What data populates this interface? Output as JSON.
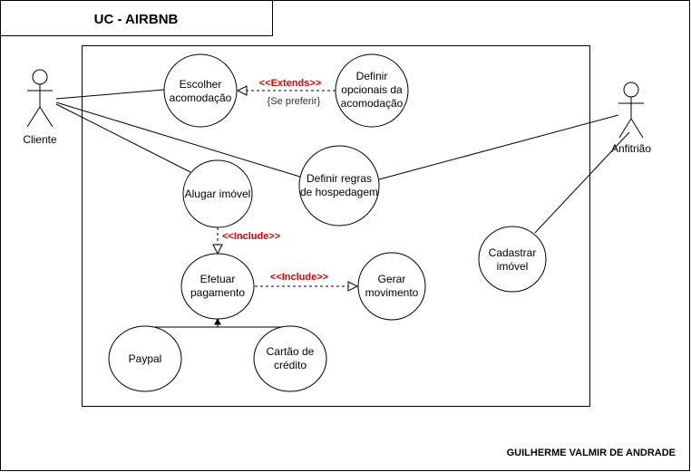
{
  "title": "UC - AIRBNB",
  "author": "GUILHERME VALMIR DE ANDRADE",
  "actors": {
    "cliente": "Cliente",
    "anfitriao": "Anfitrião"
  },
  "use_cases": {
    "escolher": [
      "Escolher",
      "acomodação"
    ],
    "definir_opcionais": [
      "Definir",
      "opcionais da",
      "acomodação"
    ],
    "definir_regras": [
      "Definir regras",
      "de hospedagem"
    ],
    "alugar": [
      "Alugar imóvel"
    ],
    "efetuar": [
      "Efetuar",
      "pagamento"
    ],
    "gerar": [
      "Gerar",
      "movimento"
    ],
    "cadastrar": [
      "Cadastrar",
      "imóvel"
    ],
    "paypal": [
      "Paypal"
    ],
    "cartao": [
      "Cartão de",
      "crédito"
    ]
  },
  "relations": {
    "extends_label": "<<Extends>>",
    "extends_condition": "{Se preferir}",
    "include_label_1": "<<Include>>",
    "include_label_2": "<<Include>>"
  },
  "colors": {
    "stereotype": "#e00000",
    "stroke": "#000000"
  }
}
